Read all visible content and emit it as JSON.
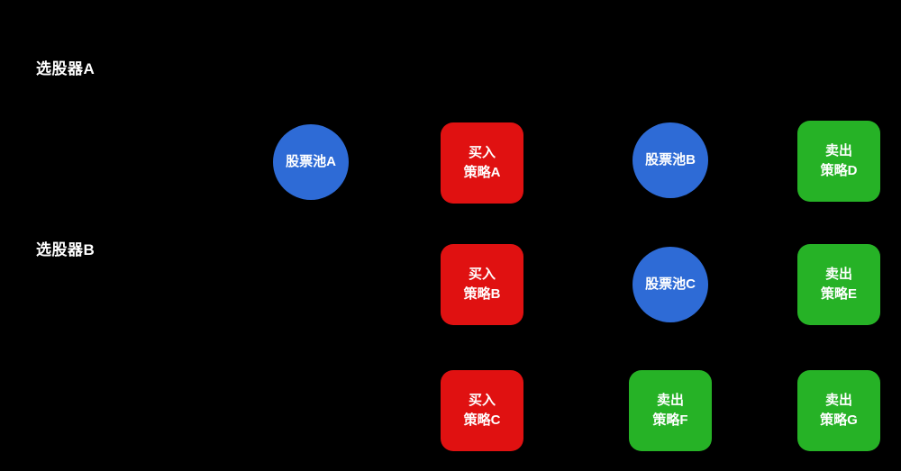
{
  "diagram": {
    "background": "#000000",
    "row_labels": [
      {
        "text": "选股器A"
      },
      {
        "text": "选股器B"
      }
    ],
    "nodes": [
      {
        "label": "股票池A",
        "shape": "circle",
        "color": "blue"
      },
      {
        "label": "买入\n策略A",
        "shape": "square",
        "color": "red"
      },
      {
        "label": "股票池B",
        "shape": "circle",
        "color": "blue"
      },
      {
        "label": "卖出\n策略D",
        "shape": "square",
        "color": "green"
      },
      {
        "label": "买入\n策略B",
        "shape": "square",
        "color": "red"
      },
      {
        "label": "股票池C",
        "shape": "circle",
        "color": "blue"
      },
      {
        "label": "卖出\n策略E",
        "shape": "square",
        "color": "green"
      },
      {
        "label": "买入\n策略C",
        "shape": "square",
        "color": "red"
      },
      {
        "label": "卖出\n策略F",
        "shape": "square",
        "color": "green"
      },
      {
        "label": "卖出\n策略G",
        "shape": "square",
        "color": "green"
      }
    ]
  },
  "colors": {
    "blue": "#2e6bd6",
    "red": "#e01111",
    "green": "#26b226",
    "text": "#ffffff"
  }
}
